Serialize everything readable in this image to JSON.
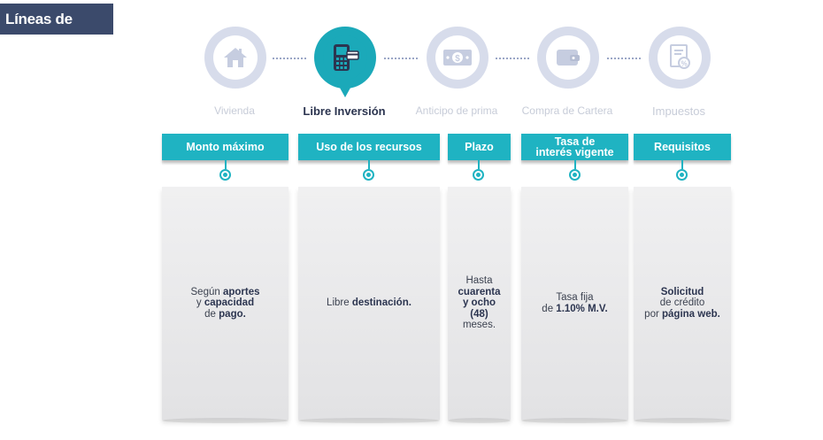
{
  "title": "Líneas de Crédito",
  "steps": [
    {
      "label": "Vivienda",
      "icon": "house-icon",
      "active": false
    },
    {
      "label": "Libre Inversión",
      "icon": "pos-terminal-icon",
      "active": true
    },
    {
      "label": "Anticipo de prima",
      "icon": "banknote-icon",
      "active": false
    },
    {
      "label": "Compra de Cartera",
      "icon": "wallet-icon",
      "active": false
    },
    {
      "label": "Impuestos",
      "icon": "tax-document-icon",
      "active": false
    }
  ],
  "columns": [
    {
      "header": "Monto máximo",
      "body_pre": "Según ",
      "body_b1": "aportes",
      "body_mid": "y ",
      "body_b2": "capacidad",
      "body_mid2": "de ",
      "body_b3": "pago."
    },
    {
      "header": "Uso de los recursos",
      "body_pre": "Libre ",
      "body_b1": "destinación."
    },
    {
      "header": "Plazo",
      "body_pre": "Hasta",
      "body_b1": "cuarenta",
      "body_b2": "y ocho",
      "body_b3": "(48)",
      "body_post": "meses."
    },
    {
      "header_l1": "Tasa de",
      "header_l2": "interés vigente",
      "body_pre": "Tasa fija",
      "body_mid": "de ",
      "body_b1": "1.10% M.V."
    },
    {
      "header": "Requisitos",
      "body_b1": "Solicitud",
      "body_mid": "de crédito",
      "body_pre": "por ",
      "body_b2": "página web."
    }
  ],
  "colors": {
    "accent": "#1fb3c2",
    "inactive_circle": "#d7dceb",
    "title_bg": "#3b4a6b"
  }
}
